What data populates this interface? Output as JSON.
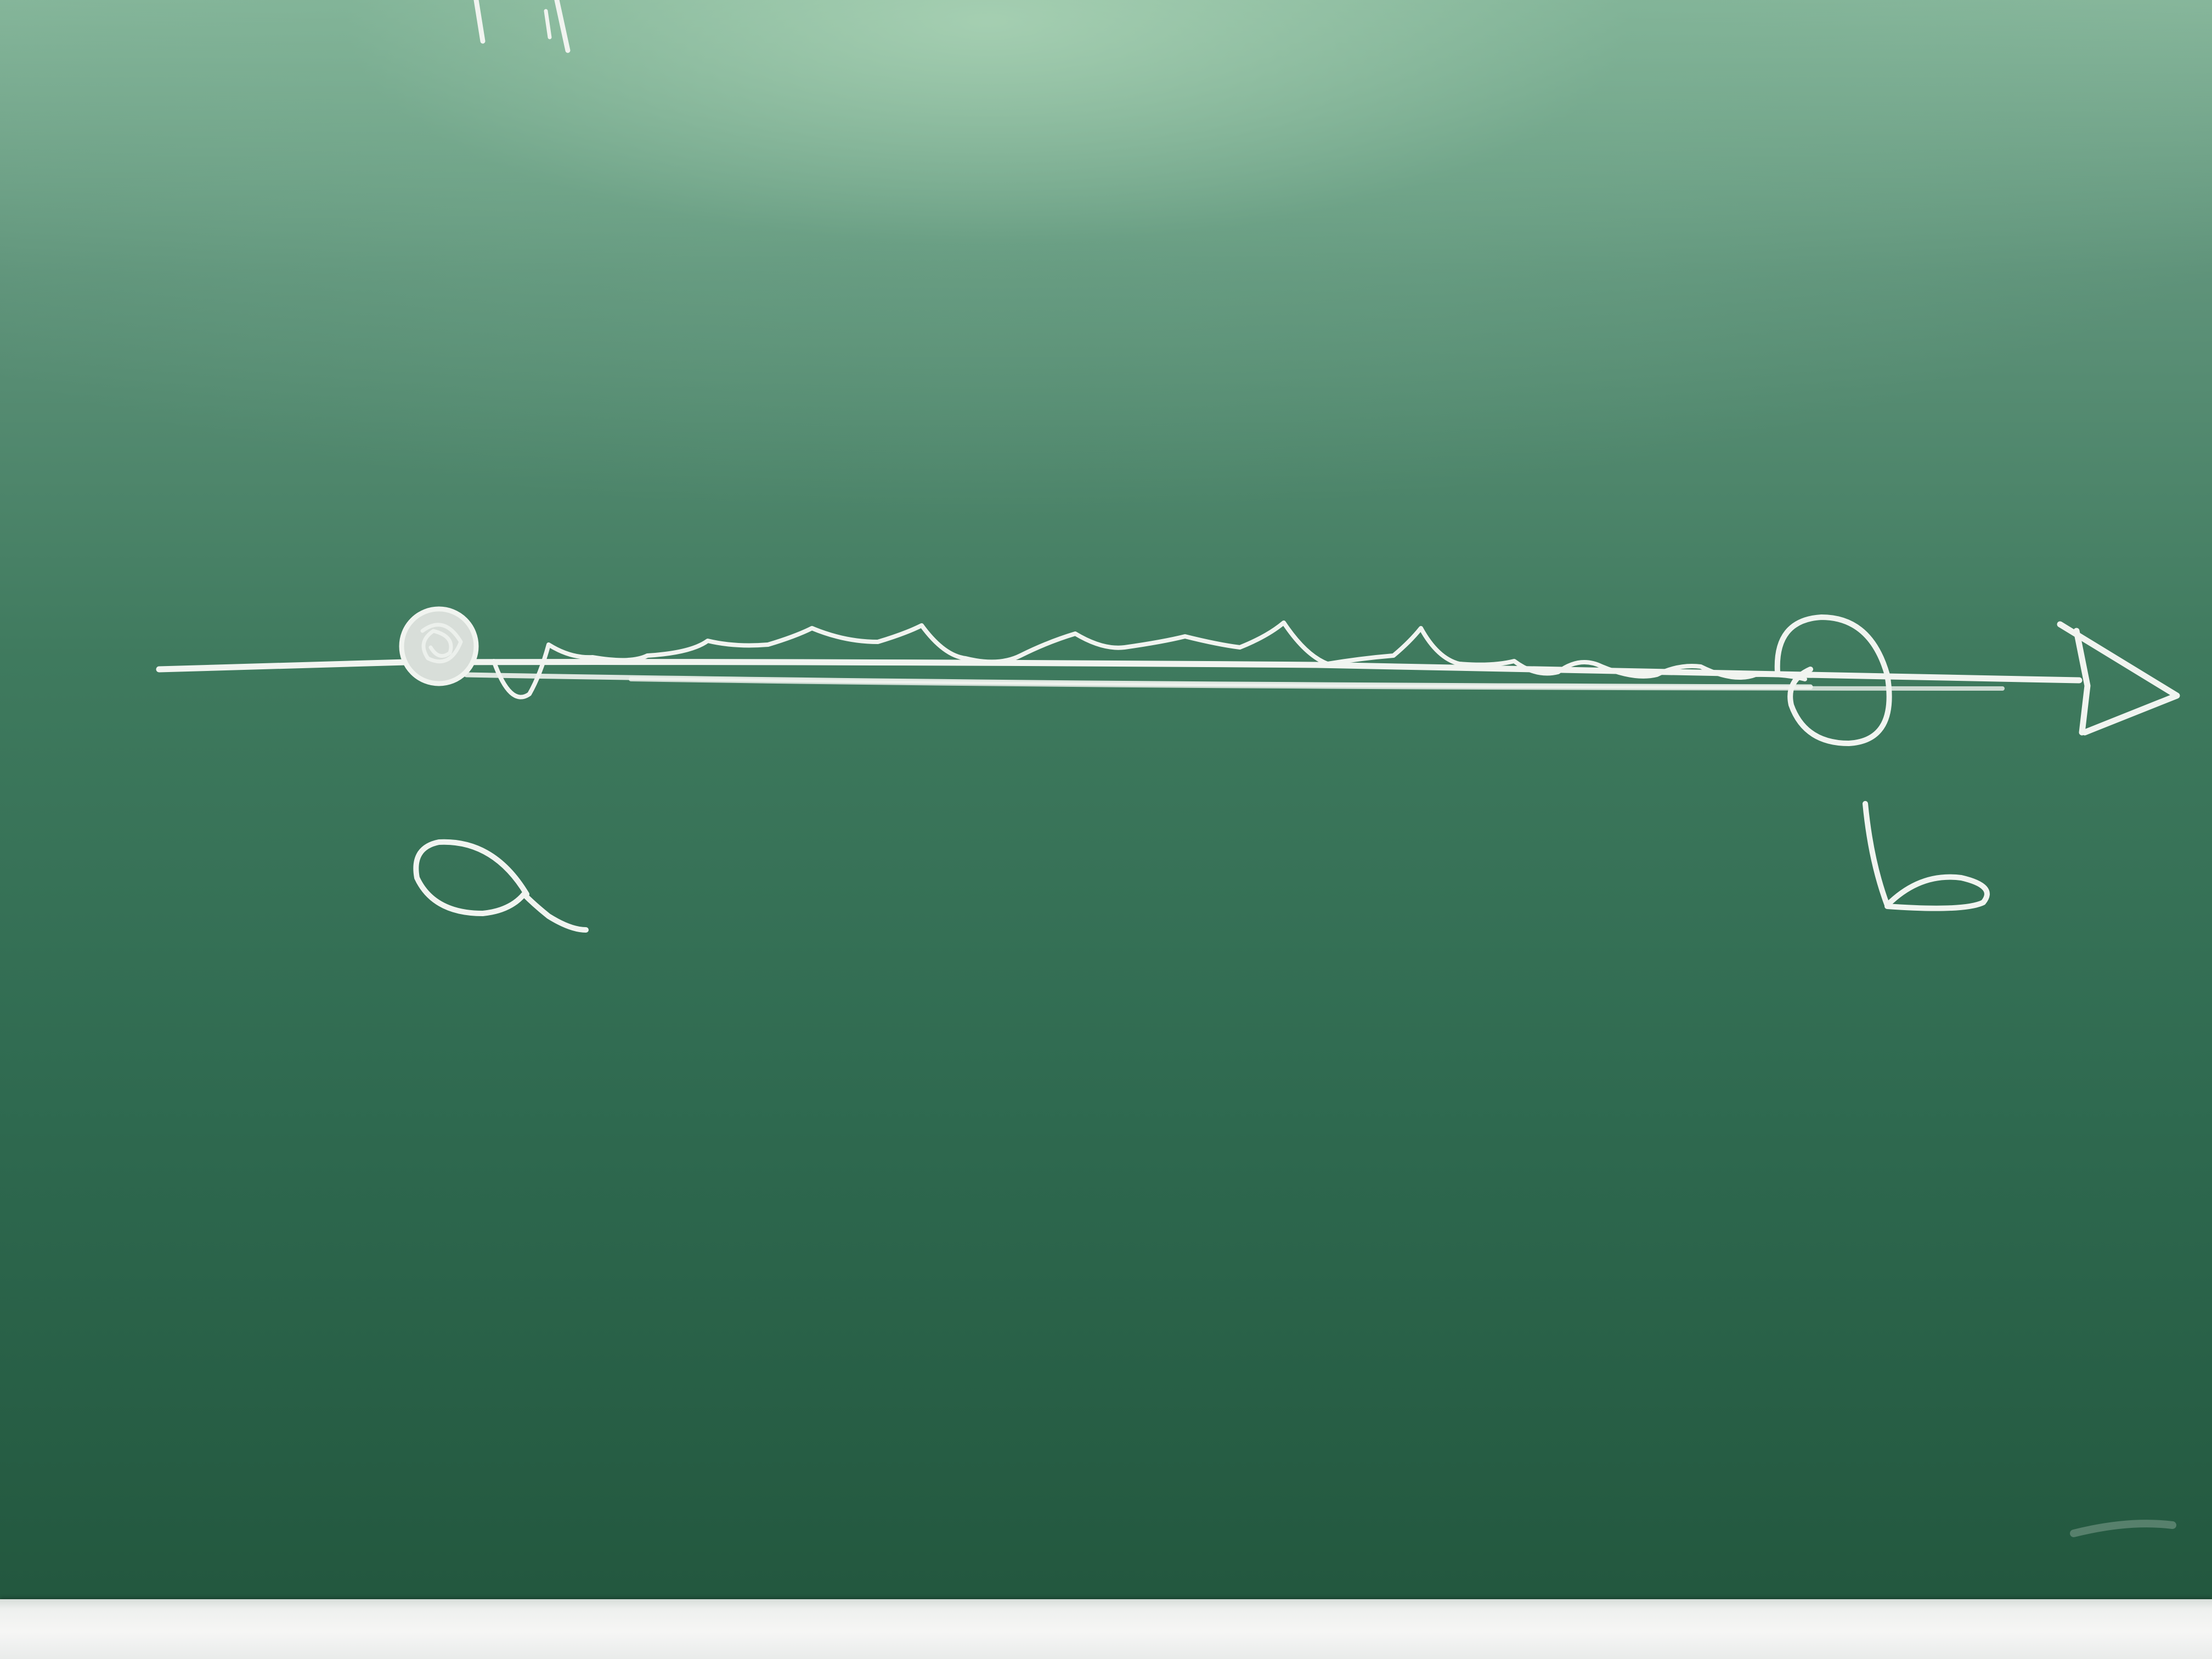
{
  "board": {
    "surface_color": "#2f6a52",
    "chalk_color": "#f1f4f0",
    "tray_color": "#eef0ee"
  },
  "number_line": {
    "start_label": "a",
    "end_label": "b",
    "start_point": "filled-circle",
    "end_point": "open-circle",
    "direction": "arrow-right"
  }
}
